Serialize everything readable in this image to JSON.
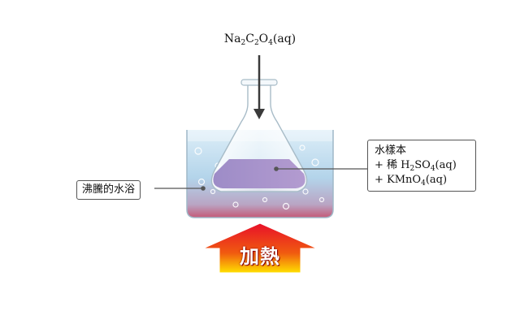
{
  "reagent_top": {
    "prefix": "Na",
    "sub1": "2",
    "mid": "C",
    "sub2": "2",
    "mid2": "O",
    "sub3": "4",
    "suffix": "(aq)"
  },
  "bath_label": "沸騰的水浴",
  "sample": {
    "line1": "水樣本",
    "line2_prefix": "+ 稀 H",
    "line2_sub1": "2",
    "line2_mid": "SO",
    "line2_sub2": "4",
    "line2_suffix": "(aq)",
    "line3_prefix": "+ KMnO",
    "line3_sub": "4",
    "line3_suffix": "(aq)"
  },
  "heat_label": "加熱",
  "colors": {
    "water_top": "#cfe6f3",
    "water_bottom": "#a9cde6",
    "bath_bottom": "#c45a78",
    "solution": "#a690c8",
    "arrow_top": "#e8102a",
    "arrow_bottom": "#ffe000"
  }
}
